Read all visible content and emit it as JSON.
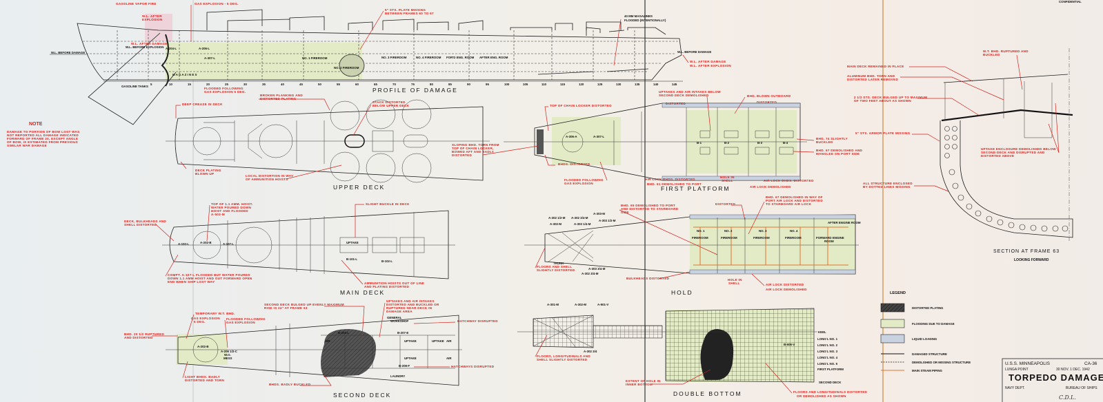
{
  "header": {
    "confidential": "CONFIDENTIAL"
  },
  "colors": {
    "callout": "#d6201b",
    "flooding": "#e2ebc6",
    "liquid": "#c8d2e0",
    "distorted": "#3a3a3a",
    "steam": "#e0742a"
  },
  "note": {
    "title": "NOTE",
    "lines": [
      "DAMAGE TO PORTION OF BOW LOST WAS",
      "NOT REPORTED ALL DAMAGE INDICATED",
      "FORWARD OF FRAME 20, EXCEPT ANGLE",
      "OF BOW, IS ESTIMATED FROM PREVIOUS",
      "SIMILAR WAR DAMAGE"
    ]
  },
  "profile": {
    "title": "PROFILE OF DAMAGE",
    "frames": [
      "5",
      "10",
      "15",
      "20",
      "25",
      "30",
      "35",
      "40",
      "45",
      "50",
      "55",
      "60",
      "65",
      "70",
      "75",
      "80",
      "85",
      "90",
      "95",
      "100",
      "105",
      "110",
      "115",
      "120",
      "125",
      "130",
      "135",
      "140",
      "145"
    ],
    "labels": [
      "A-204-L",
      "A-206-L",
      "A-307-L",
      "NO. 1 FIREROOM",
      "NO. 2 FIREROOM",
      "NO. 3 FIREROOM",
      "NO. 4 FIREROOM",
      "FOR'D ENG. ROOM",
      "AFTER ENG. ROOM",
      "M A G A Z I N E S",
      "GASOLINE TANKS"
    ],
    "callouts": [
      "GASOLINE VAPOR FIRE",
      "GAS EXPLOSION - 5 DEG.",
      "W.L. AFTER",
      "EXPLOSION",
      "W.L. AFTER DAMAGE",
      "W.L. BEFORE EXPLOSION",
      "W.L. BEFORE DAMAGE",
      "FLOODED FOLLOWING",
      "GAS EXPLOSION 5 DEG.",
      "5\" STS. PLATE MISSING",
      "BETWEEN FRAMES 60 TO 67",
      "40 MM MAGAZINES",
      "FLOODED (INTENTIONALLY)",
      "W.L. BEFORE DAMAGE",
      "W.L. AFTER DAMAGE",
      "W.L. AFTER EXPLOSION"
    ]
  },
  "upper_deck": {
    "title": "UPPER DECK",
    "callouts": [
      "BROKEN PLANKING AND",
      "DISTORTED PLATING",
      "DEEP CREASE IN DECK",
      "STACK DISTORTED",
      "BELOW UPPER DECK",
      "DECK PLATING",
      "BLOWN UP",
      "LOCAL DISTORTION IN WAY",
      "OF AMMUNITION HOISTS"
    ]
  },
  "first_platform": {
    "title": "FIRST PLATFORM",
    "labels": [
      "A-306-A",
      "A-307-L",
      "B-1",
      "B-2",
      "B-3",
      "B-4"
    ],
    "callouts": [
      "TOP OF CHAIN LOCKER DISTORTED",
      "SLOPING BHD. TORN FROM",
      "TOP OF CHAIN LOCKER,",
      "BOWED AFT AND BADLY",
      "DISTORTED",
      "BHDS. DISTORTED",
      "FLOODED FOLLOWING",
      "GAS EXPLOSION",
      "UPTAKES AND AIR INTAKES BELOW",
      "SECOND DECK DEMOLISHED",
      "DISTORTED",
      "BHD. BLOWN OUTBOARD",
      "DISTORTED",
      "BHD. 74 SLIGHTLY",
      "BUCKLED",
      "BHD. 67 DEMOLISHED AND",
      "MANGLED ON PORT SIDE",
      "AIR LOCK BHDS. DISTORTED",
      "BHD. 61 DEMOLISHED TO PORT",
      "HOLE IN",
      "SHELL",
      "AIR LOCK BHDS. DISTORTED",
      "AIR LOCK DEMOLISHED"
    ]
  },
  "main_deck": {
    "title": "MAIN DECK",
    "labels": [
      "A-102-L",
      "A-202-B",
      "A-107-L",
      "UPTAKE",
      "B-101-L",
      "B-102-L"
    ],
    "callouts": [
      "DECK, BULKHEADS AND",
      "SHELL DISTORTED",
      "TOP OF 1.1 AMM. HOIST.",
      "WATER POURED DOWN",
      "HOIST AND FLOODED",
      "A-503-M",
      "SLIGHT BUCKLE IN DECK",
      "COMPT. A-107-L FLOODED BUT WATER POURED",
      "DOWN 1.1 AMM HOIST AND OUT FORWARD OPEN",
      "END WHEN SHIP LOST WAY",
      "AMMUNITION HOISTS OUT OF LINE",
      "AND PLATING DISTORTED"
    ]
  },
  "hold": {
    "title": "HOLD",
    "labels": [
      "A-302-M",
      "A-302 1/2-M",
      "A-302 3/4-M",
      "A-303-M",
      "A-303 1/4-M",
      "A-303 1/2-M",
      "TRUNK",
      "A-303 3/4-M",
      "A-302 3/4-M",
      "NO. 1",
      "NO. 2",
      "NO. 3",
      "NO. 4",
      "FIREROOM",
      "FIREROOM",
      "FIREROOM",
      "FIREROOM",
      "FORWARD ENGINE",
      "ROOM",
      "AFTER ENGINE ROOM"
    ],
    "callouts": [
      "FLOORS AND SHELL",
      "SLIGHTLY DISTORTED",
      "BHD. 65 DEMOLISHED TO PORT",
      "AND DISTORTED TO STARBOARD",
      "SIDE",
      "DISTORTED",
      "BHD. 67 DEMOLISHED IN WAY OF",
      "PORT AIR LOCK AND DISTORTED",
      "TO STARBOARD AIR LOCK",
      "BULKHEADS DISTORTED",
      "HOLE IN",
      "SHELL",
      "AIR LOCK DISTORTED",
      "AIR LOCK DEMOLISHED"
    ]
  },
  "second_deck": {
    "title": "SECOND DECK",
    "labels": [
      "A-202-B",
      "A-206 1/2-C",
      "W.O.",
      "MESS",
      "B-203-L",
      "B-207-E",
      "B-208-F",
      "GENERAL",
      "WORKSHOP",
      "LAUNDRY",
      "UPTAKE",
      "AIR"
    ],
    "callouts": [
      "TEMPORARY W.T. BHD.",
      "GAS EXPLOSION",
      "5 DEG.",
      "FLOODED FOLLOWING",
      "GAS EXPLOSION",
      "BHD. 20 1/2 RUPTURED",
      "AND DISTORTED",
      "SECOND DECK BULGED UP EVENLY MAXIMUM",
      "RISE IS 24\" AT FRAME 63",
      "UPTAKES AND AIR INTAKES",
      "DISTORTED AND BUCKLED OR",
      "RUPTURED NEAR DECK IN",
      "DAMAGE AREA",
      "HATCHWAY DISRUPTED",
      "HATCHWAYS DISRUPTED",
      "LIGHT BHDS. BADLY",
      "DISTORTED AND TORN",
      "BHDS. BADLY BUCKLED"
    ]
  },
  "double_bottom": {
    "title": "DOUBLE BOTTOM",
    "labels": [
      "A-301-M",
      "A-302-M",
      "A-901-V",
      "A-302 3/4",
      "B-606-V",
      "KEEL",
      "LONG'L NO. 1",
      "LONG'L NO. 2",
      "LONG'L NO. 3",
      "LONG'L NO. 4",
      "LONG'L NO. 5",
      "FIRST PLATFORM",
      "SECOND DECK"
    ],
    "callouts": [
      "FLOORS, LONGITUDINALS AND",
      "SHELL SLIGHTLY DISTORTED",
      "EXTENT OF HOLE IN",
      "INNER BOTTOM",
      "FLOORS AND LONGITUDINALS DISTORTED",
      "OR DEMOLISHED AS SHOWN"
    ]
  },
  "section": {
    "title": "SECTION  AT  FRAME  63",
    "subtitle": "LOOKING FORWARD",
    "callouts": [
      "W.T. BHD. RUPTURED AND",
      "BUCKLED",
      "MAIN DECK REMAINED IN PLACE",
      "ALUMINUM BHD. TORN AND",
      "DISTORTED LATER REMOVED",
      "2 1/2 STS. DECK BULGED UP TO MAXIMUM",
      "OF TWO FEET ABOUT AS SHOWN",
      "5\" STS. ARMOR PLATE MISSING",
      "UPTAKE ENCLOSURE DEMOLISHED BELOW",
      "SECOND DECK AND DISRUPTED AND",
      "DISTORTED ABOVE",
      "ALL STRUCTURE ENCLOSED",
      "BY DOTTED LINES MISSING"
    ]
  },
  "legend": {
    "title": "LEGEND",
    "items": [
      "DISTORTED PLATING",
      "FLOODING DUE TO DAMAGE",
      "LIQUID LOADING",
      "DAMAGED STRUCTURE",
      "DEMOLISHED OR MISSING STRUCTURE",
      "MAIN STEAM PIPING"
    ]
  },
  "title_block": {
    "ship": "U.S.S. MINNEAPOLIS",
    "hull": "CA-36",
    "location": "LUNGA POINT",
    "date": "30 NOV. 1 DEC. 1942",
    "title": "TORPEDO DAMAGE",
    "dept": "NAVY DEPT.",
    "bureau": "BUREAU OF SHIPS",
    "signature": "C.D.L."
  }
}
